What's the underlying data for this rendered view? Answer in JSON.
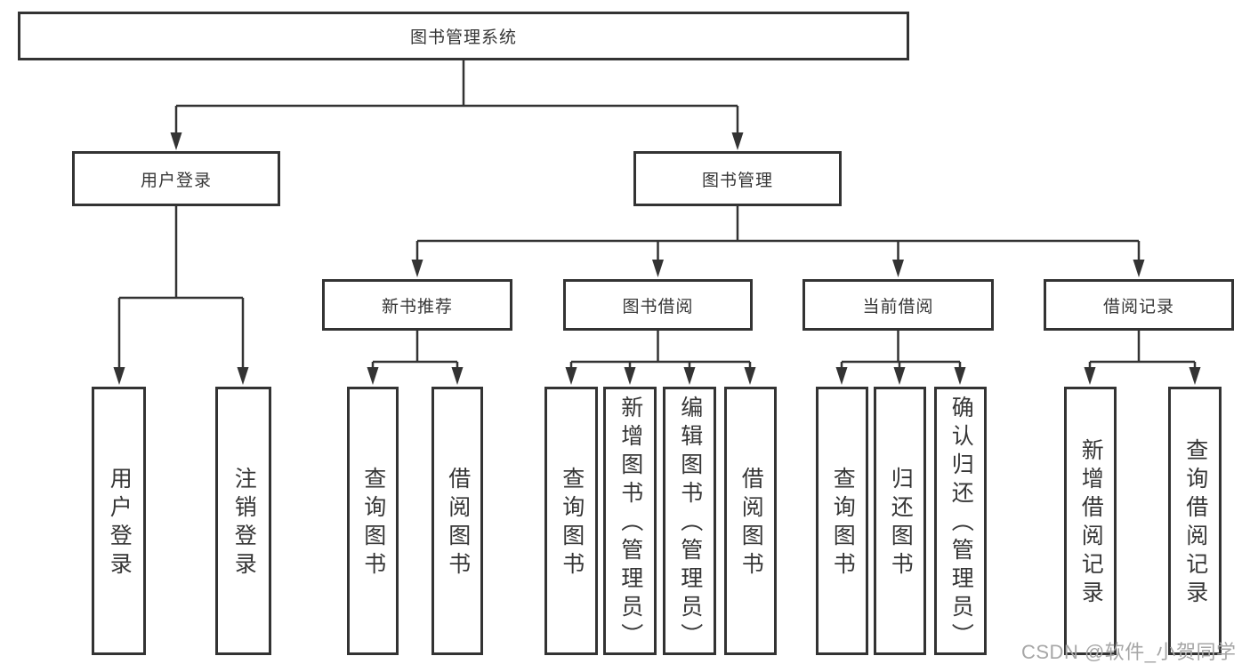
{
  "diagram": {
    "title": "图书管理系统",
    "tree": {
      "label": "图书管理系统",
      "children": [
        {
          "label": "用户登录",
          "children": [
            {
              "label": "用户登录"
            },
            {
              "label": "注销登录"
            }
          ]
        },
        {
          "label": "图书管理",
          "children": [
            {
              "label": "新书推荐",
              "children": [
                {
                  "label": "查询图书"
                },
                {
                  "label": "借阅图书"
                }
              ]
            },
            {
              "label": "图书借阅",
              "children": [
                {
                  "label": "查询图书"
                },
                {
                  "label": "新增图书（管理员）"
                },
                {
                  "label": "编辑图书（管理员）"
                },
                {
                  "label": "借阅图书"
                }
              ]
            },
            {
              "label": "当前借阅",
              "children": [
                {
                  "label": "查询图书"
                },
                {
                  "label": "归还图书"
                },
                {
                  "label": "确认归还（管理员）"
                }
              ]
            },
            {
              "label": "借阅记录",
              "children": [
                {
                  "label": "新增借阅记录"
                },
                {
                  "label": "查询借阅记录"
                }
              ]
            }
          ]
        }
      ]
    }
  },
  "watermark": {
    "text": "CSDN @软件_小贺同学"
  },
  "colors": {
    "line": "#333333",
    "text": "#363636",
    "watermark": "#a6a6a6",
    "background": "#ffffff"
  }
}
